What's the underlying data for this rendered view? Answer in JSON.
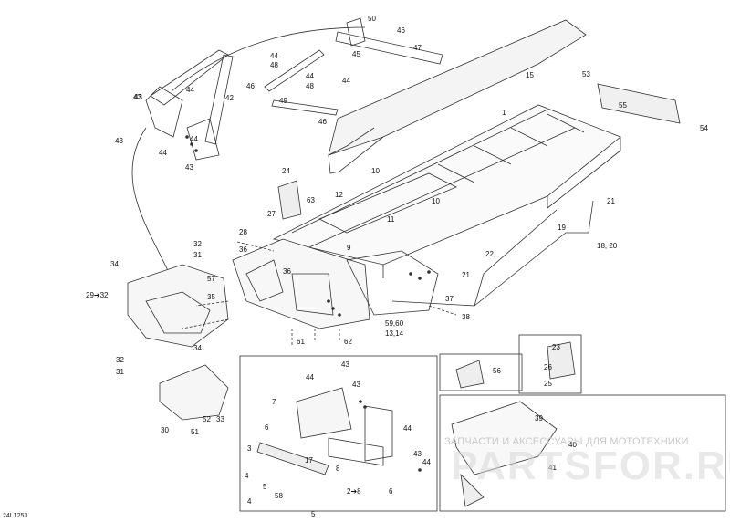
{
  "labels": [
    "50",
    "46",
    "47",
    "45",
    "44",
    "48",
    "44",
    "48",
    "46",
    "44",
    "49",
    "42",
    "46",
    "43",
    "44",
    "44",
    "43",
    "43",
    "44",
    "43",
    "53",
    "15",
    "55",
    "1",
    "54",
    "24",
    "10",
    "12",
    "63",
    "10",
    "21",
    "27",
    "11",
    "28",
    "32",
    "31",
    "36",
    "19",
    "22",
    "18, 20",
    "34",
    "9",
    "57",
    "36",
    "21",
    "29➔32",
    "35",
    "37",
    "38",
    "59,60",
    "13,14",
    "61",
    "62",
    "34",
    "32",
    "31",
    "56",
    "23",
    "44",
    "43",
    "43",
    "26",
    "7",
    "25",
    "39",
    "6",
    "44",
    "3",
    "17",
    "43",
    "44",
    "4",
    "8",
    "40",
    "5",
    "41",
    "58",
    "2➔8",
    "6",
    "4",
    "5",
    "30",
    "51",
    "52",
    "33"
  ],
  "watermark": {
    "top_text": "ЗАПЧАСТИ И АКСЕССУАРЫ ДЛЯ МОТОТЕХНИКИ",
    "big_text": "PARTSFOR.RU"
  },
  "drawing_code": "24L1253"
}
